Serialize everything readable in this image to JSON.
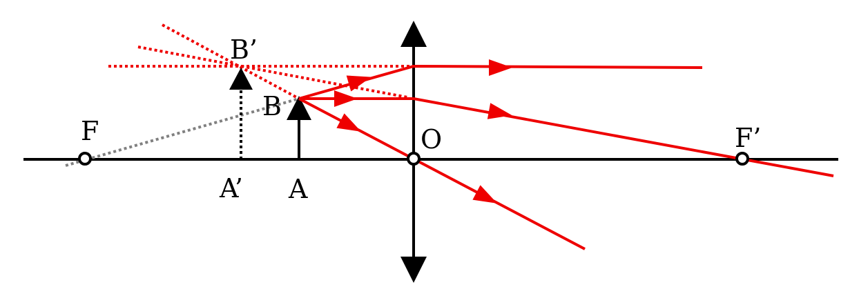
{
  "labels": {
    "focus_left": "F",
    "focus_right": "F’",
    "center": "O",
    "object_base": "A",
    "object_tip": "B",
    "image_base": "A’",
    "image_tip": "B’"
  },
  "colors": {
    "ray": "#ee0000",
    "axis": "#000000",
    "construction": "#808080"
  }
}
